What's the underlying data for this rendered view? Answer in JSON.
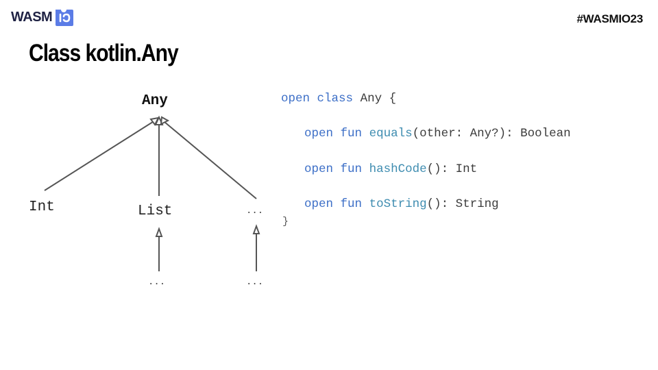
{
  "header": {
    "logo_text": "WASM",
    "hashtag": "#WASMIO23"
  },
  "slide": {
    "title": "Class kotlin.Any"
  },
  "diagram": {
    "root": "Any",
    "children": [
      "Int",
      "List",
      "..."
    ],
    "grandchildren": [
      "...",
      "..."
    ]
  },
  "code": {
    "class_decl": {
      "kw1": "open",
      "kw2": "class",
      "rest": "Any {"
    },
    "methods": [
      {
        "kw1": "open",
        "kw2": "fun",
        "name": "equals",
        "sig": "(other: Any?): Boolean"
      },
      {
        "kw1": "open",
        "kw2": "fun",
        "name": "hashCode",
        "sig": "(): Int"
      },
      {
        "kw1": "open",
        "kw2": "fun",
        "name": "toString",
        "sig": "(): String"
      }
    ],
    "close": "}"
  },
  "colors": {
    "keyword": "#3d6fc7",
    "function": "#3e8cb0",
    "text": "#3c3c3c",
    "logo_text": "#1f2244",
    "logo_badge": "#5b7ce6",
    "arrow": "#555555"
  },
  "icons": {
    "logo_badge": "wasm-io-badge-icon"
  }
}
